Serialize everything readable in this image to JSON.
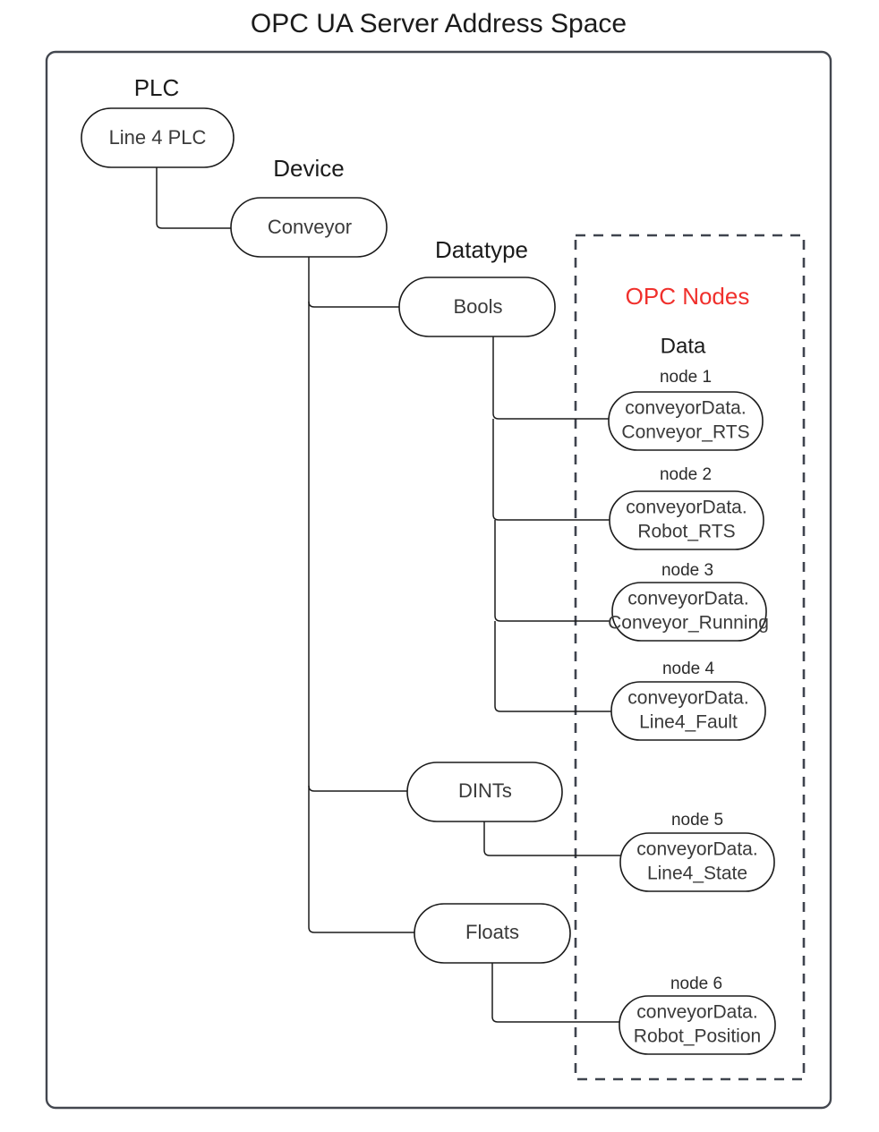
{
  "title": "OPC UA Server Address Space",
  "frame": {
    "outer_name": "address-space-frame",
    "dashed_name": "opc-nodes-region"
  },
  "colors": {
    "accent_red": "#f0302c",
    "text": "#1b1b1b",
    "node_stroke": "#1b1b1b",
    "frame_stroke": "#43474f",
    "background": "#ffffff"
  },
  "labels": {
    "plc": "PLC",
    "device": "Device",
    "datatype": "Datatype",
    "opc_nodes": "OPC Nodes",
    "data": "Data"
  },
  "tree": {
    "plc_node": {
      "label": "Line 4 PLC"
    },
    "device_node": {
      "label": "Conveyor"
    },
    "datatypes": [
      {
        "label": "Bools"
      },
      {
        "label": "DINTs"
      },
      {
        "label": "Floats"
      }
    ]
  },
  "nodes": [
    {
      "caption": "node 1",
      "line1": "conveyorData.",
      "line2": "Conveyor_RTS",
      "parent": "Bools"
    },
    {
      "caption": "node 2",
      "line1": "conveyorData.",
      "line2": "Robot_RTS",
      "parent": "Bools"
    },
    {
      "caption": "node 3",
      "line1": "conveyorData.",
      "line2": "Conveyor_Running",
      "parent": "Bools"
    },
    {
      "caption": "node 4",
      "line1": "conveyorData.",
      "line2": "Line4_Fault",
      "parent": "Bools"
    },
    {
      "caption": "node 5",
      "line1": "conveyorData.",
      "line2": "Line4_State",
      "parent": "DINTs"
    },
    {
      "caption": "node 6",
      "line1": "conveyorData.",
      "line2": "Robot_Position",
      "parent": "Floats"
    }
  ]
}
